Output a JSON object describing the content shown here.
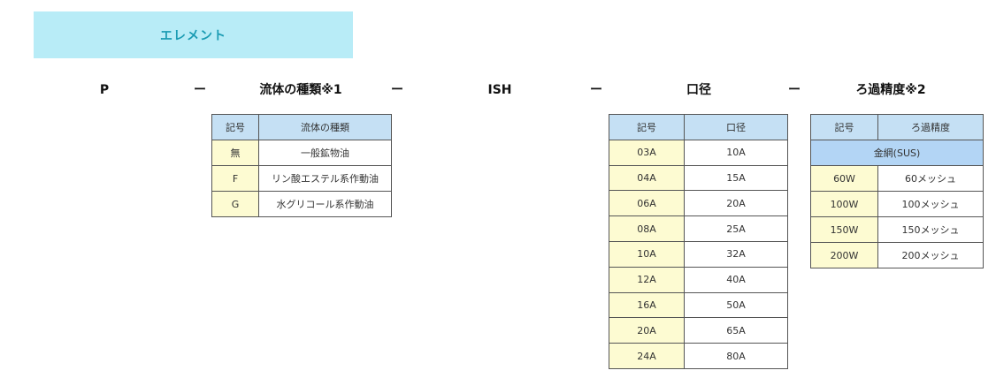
{
  "banner": {
    "title": "エレメント"
  },
  "code_row": {
    "items": [
      "P",
      "ー",
      "流体の種類※1",
      "ー",
      "ISH",
      "ー",
      "口径",
      "ー",
      "ろ過精度※2"
    ]
  },
  "fluid_table": {
    "headers": [
      "記号",
      "流体の種類"
    ],
    "rows": [
      [
        "無",
        "一般鉱物油"
      ],
      [
        "F",
        "リン酸エステル系作動油"
      ],
      [
        "G",
        "水グリコール系作動油"
      ]
    ]
  },
  "bore_table": {
    "headers": [
      "記号",
      "口径"
    ],
    "rows": [
      [
        "03A",
        "10A"
      ],
      [
        "04A",
        "15A"
      ],
      [
        "06A",
        "20A"
      ],
      [
        "08A",
        "25A"
      ],
      [
        "10A",
        "32A"
      ],
      [
        "12A",
        "40A"
      ],
      [
        "16A",
        "50A"
      ],
      [
        "20A",
        "65A"
      ],
      [
        "24A",
        "80A"
      ]
    ]
  },
  "filter_table": {
    "headers": [
      "記号",
      "ろ過精度"
    ],
    "group_label": "金網(SUS)",
    "rows": [
      [
        "60W",
        "60メッシュ"
      ],
      [
        "100W",
        "100メッシュ"
      ],
      [
        "150W",
        "150メッシュ"
      ],
      [
        "200W",
        "200メッシュ"
      ]
    ]
  },
  "colors": {
    "banner_bg": "#b8ecf7",
    "banner_text": "#1a9bb3",
    "header_bg": "#c5e0f4",
    "key_cell_bg": "#fdfbd2",
    "group_bg": "#b3d5f5"
  }
}
